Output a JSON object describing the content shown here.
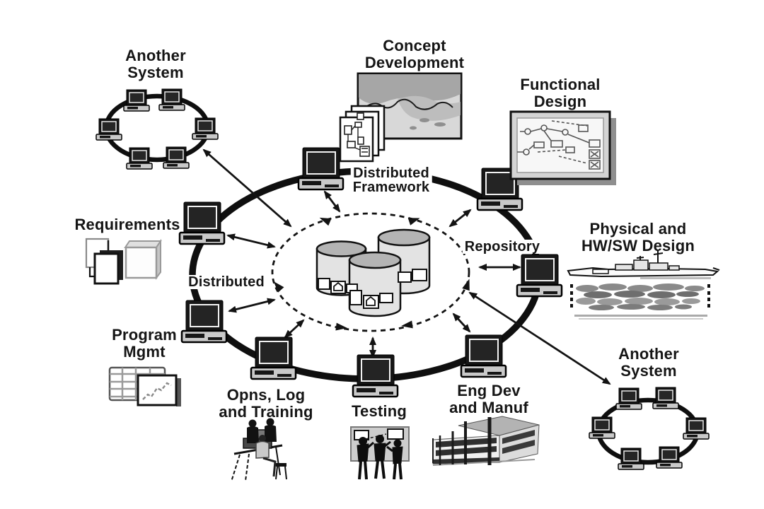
{
  "page": {
    "background": "#ffffff"
  },
  "colors": {
    "ink": "#131313",
    "ring": "#0f0f0f",
    "cylinder_body": "#e3e3e3",
    "cylinder_top": "#b4b4b4",
    "panel_gray": "#d4d4d4"
  },
  "labels": {
    "another_system_top_left": {
      "line1": "Another",
      "line2": "System"
    },
    "concept_development": {
      "line1": "Concept",
      "line2": "Development"
    },
    "functional_design": {
      "line1": "Functional",
      "line2": "Design"
    },
    "distributed_framework": {
      "line1": "Distributed",
      "line2": "Framework"
    },
    "requirements": {
      "line1": "Requirements"
    },
    "repository": {
      "line1": "Repository"
    },
    "physical_hwsw_design": {
      "line1": "Physical and",
      "line2": "HW/SW Design"
    },
    "distributed": {
      "line1": "Distributed"
    },
    "program_mgmt": {
      "line1": "Program",
      "line2": "Mgmt"
    },
    "another_system_bottom_right": {
      "line1": "Another",
      "line2": "System"
    },
    "opns_log_training": {
      "line1": "Opns, Log",
      "line2": "and Training"
    },
    "testing": {
      "line1": "Testing"
    },
    "eng_dev_manuf": {
      "line1": "Eng Dev",
      "line2": "and Manuf"
    }
  },
  "icons": {
    "center": "three-database-cylinders",
    "ring_node": "workstation-computer",
    "another_system": "ring-network-of-laptops",
    "concept_development": "terrain-map-with-plan-pages",
    "functional_design": "framed-schematic-drawing",
    "requirements": "document-stack",
    "program_mgmt": "spreadsheet-with-trend-chart",
    "opns_log_training": "operators-at-console",
    "testing": "people-at-test-wall",
    "eng_dev_manuf": "factory-building",
    "physical_hwsw_design": "navy-ship-camouflage-plan"
  }
}
